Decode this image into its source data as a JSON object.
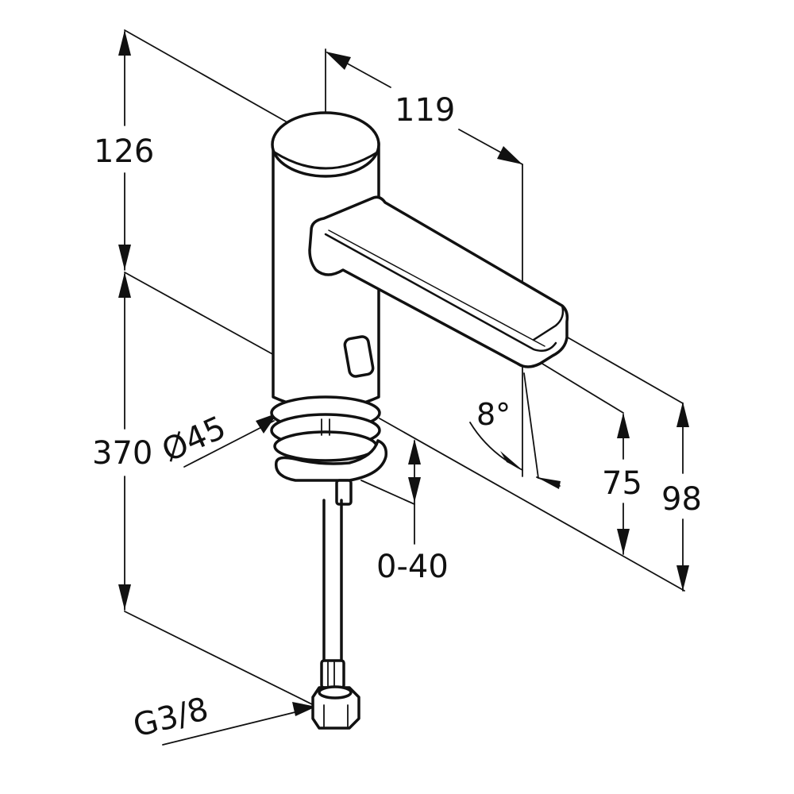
{
  "drawing": {
    "subject": "Single-lever basin faucet technical dimension drawing",
    "line_color": "#111111",
    "background": "#ffffff"
  },
  "dimensions": {
    "body_height": {
      "label": "126"
    },
    "spout_reach": {
      "label": "119"
    },
    "total_height": {
      "label": "370"
    },
    "body_diameter": {
      "label": "Ø45"
    },
    "spout_angle": {
      "label": "8°"
    },
    "deck_thickness": {
      "label": "0-40"
    },
    "spout_outlet_height": {
      "label": "75"
    },
    "spout_top_height": {
      "label": "98"
    },
    "connection_thread": {
      "label": "G3/8"
    }
  }
}
